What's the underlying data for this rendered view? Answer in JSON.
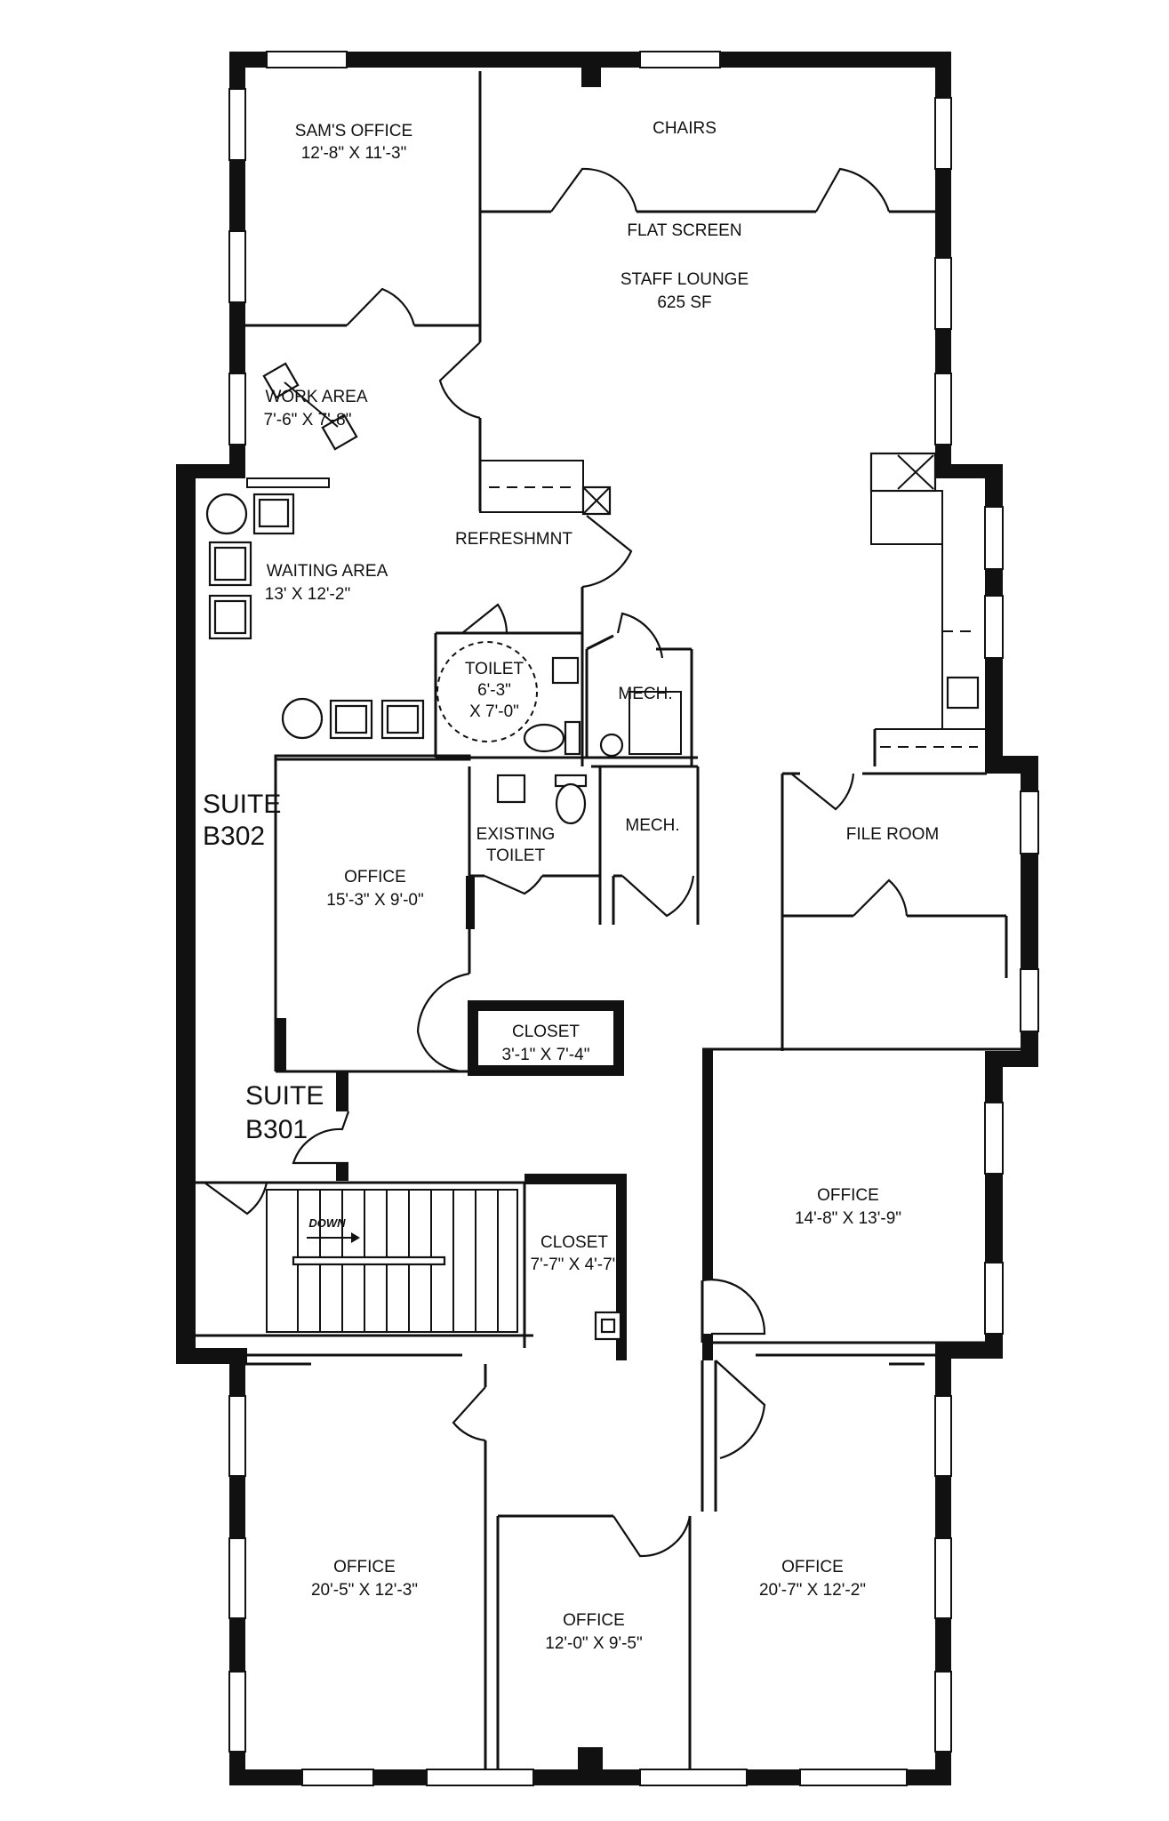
{
  "floor_plan": {
    "suites": [
      {
        "id": "suite-b302",
        "line1": "SUITE",
        "line2": "B302"
      },
      {
        "id": "suite-b301",
        "line1": "SUITE",
        "line2": "B301"
      }
    ],
    "rooms": {
      "sams_office": {
        "name": "SAM'S OFFICE",
        "size": "12'-8\" X 11'-3\""
      },
      "chairs": {
        "name": "CHAIRS"
      },
      "flat_screen": {
        "name": "FLAT SCREEN"
      },
      "staff_lounge": {
        "name": "STAFF LOUNGE",
        "size": "625 SF"
      },
      "work_area": {
        "name": "WORK AREA",
        "size": "7'-6\" X 7'-8\""
      },
      "refreshment": {
        "name": "REFRESHMNT"
      },
      "waiting_area": {
        "name": "WAITING AREA",
        "size": "13' X 12'-2\""
      },
      "toilet": {
        "name": "TOILET",
        "size1": "6'-3\"",
        "size2": "X 7'-0\""
      },
      "mech_upper": {
        "name": "MECH."
      },
      "mech_lower": {
        "name": "MECH."
      },
      "existing_toilet": {
        "name1": "EXISTING",
        "name2": "TOILET"
      },
      "file_room": {
        "name": "FILE ROOM"
      },
      "office_left": {
        "name": "OFFICE",
        "size": "15'-3\" X 9'-0\""
      },
      "closet_mid": {
        "name": "CLOSET",
        "size": "3'-1\" X 7'-4\""
      },
      "office_right": {
        "name": "OFFICE",
        "size": "14'-8\" X 13'-9\""
      },
      "closet_stair": {
        "name": "CLOSET",
        "size": "7'-7\" X 4'-7\""
      },
      "stair": {
        "name": "DOWN"
      },
      "office_bottom_left": {
        "name": "OFFICE",
        "size": "20'-5\" X 12'-3\""
      },
      "office_bottom_mid": {
        "name": "OFFICE",
        "size": "12'-0\" X 9'-5\""
      },
      "office_bottom_right": {
        "name": "OFFICE",
        "size": "20'-7\" X 12'-2\""
      }
    }
  }
}
